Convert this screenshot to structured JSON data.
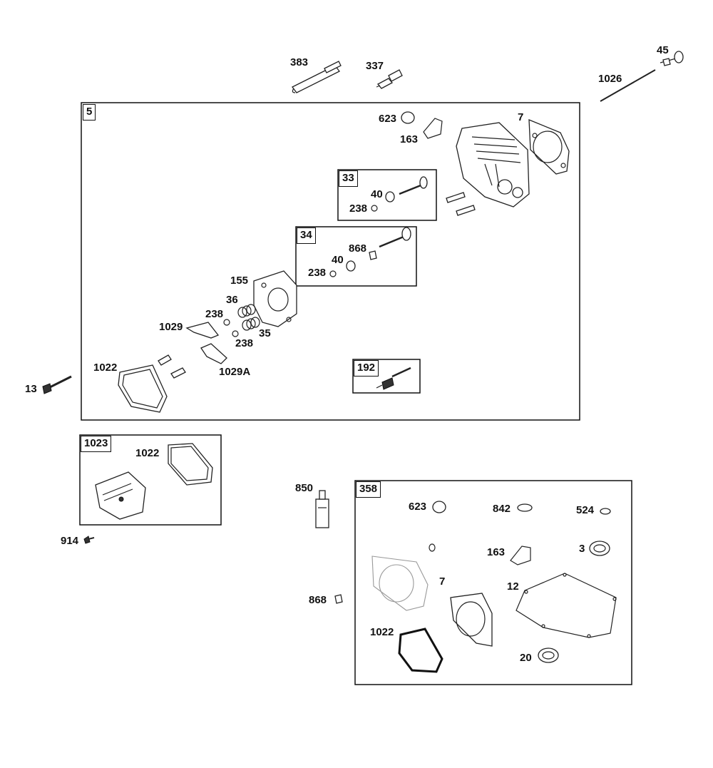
{
  "groups": {
    "g5": "5",
    "g33": "33",
    "g34": "34",
    "g192": "192",
    "g1023": "1023",
    "g358": "358"
  },
  "labels": {
    "l383": "383",
    "l337": "337",
    "l45": "45",
    "l1026": "1026",
    "l623a": "623",
    "l163a": "163",
    "l7a": "7",
    "l40a": "40",
    "l238a": "238",
    "l868a": "868",
    "l40b": "40",
    "l238b": "238",
    "l155": "155",
    "l36": "36",
    "l238c": "238",
    "l1029": "1029",
    "l35": "35",
    "l238d": "238",
    "l1022a": "1022",
    "l1029a": "1029A",
    "l13": "13",
    "l1022b": "1022",
    "l914": "914",
    "l850": "850",
    "l868b": "868",
    "l623b": "623",
    "l842": "842",
    "l524": "524",
    "l163b": "163",
    "l3": "3",
    "l7b": "7",
    "l12": "12",
    "l1022c": "1022",
    "l20": "20"
  }
}
